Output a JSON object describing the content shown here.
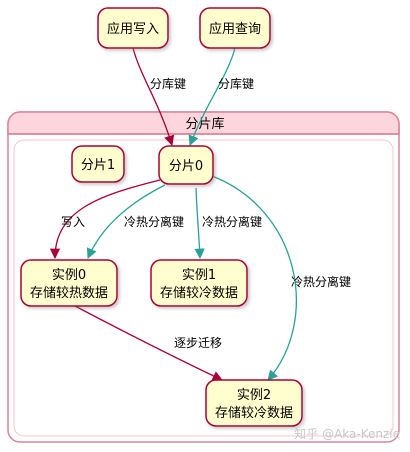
{
  "nodes": {
    "app_write": "应用写入",
    "app_query": "应用查询",
    "shard1": "分片1",
    "shard0": "分片0",
    "inst0_l1": "实例0",
    "inst0_l2": "存储较热数据",
    "inst1_l1": "实例1",
    "inst1_l2": "存储较冷数据",
    "inst2_l1": "实例2",
    "inst2_l2": "存储较冷数据"
  },
  "container": {
    "title": "分片库"
  },
  "edges": {
    "write_to_shard0": "分库键",
    "query_to_shard0": "分库键",
    "shard0_to_inst0_write": "写入",
    "shard0_to_inst0_split": "冷热分离键",
    "shard0_to_inst1": "冷热分离键",
    "shard0_to_inst2": "冷热分离键",
    "inst0_to_inst2": "逐步迁移"
  },
  "colors": {
    "crimson": "#a80036",
    "teal": "#2aa198",
    "node_fill": "#fefecf",
    "container_header": "#fdd6dd",
    "container_border": "#d9849a"
  },
  "watermark": "知乎 @Aka-Kenzie"
}
